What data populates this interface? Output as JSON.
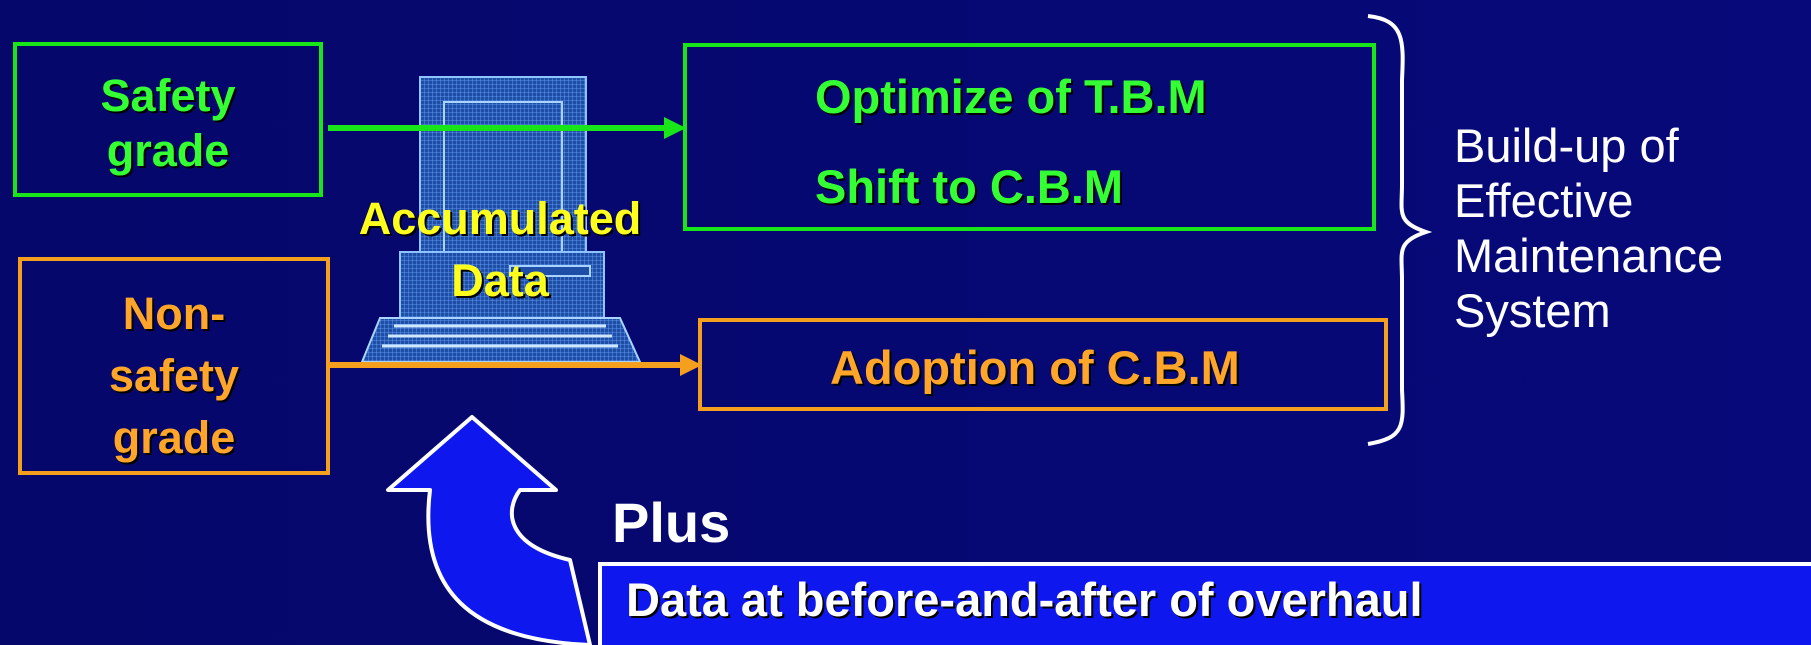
{
  "inputs": {
    "safety": "Safety grade",
    "safety_line1": "Safety",
    "safety_line2": "grade",
    "nonsafety_line1": "Non-",
    "nonsafety_line2": "safety",
    "nonsafety_line3": "grade"
  },
  "center": {
    "line1": "Accumulated",
    "line2": "Data",
    "icon": "computer-terminal-icon"
  },
  "outcomes": {
    "optimize": "Optimize of T.B.M",
    "shift": "Shift to C.B.M",
    "adoption": "Adoption of C.B.M"
  },
  "result": {
    "line1": "Build-up of",
    "line2": "Effective",
    "line3": "Maintenance",
    "line4": "System"
  },
  "feedback": {
    "plus": "Plus",
    "data": "Data at  before-and-after of overhaul",
    "icon": "curved-up-arrow-icon"
  },
  "colors": {
    "background": "#06086e",
    "green": "#19e619",
    "orange": "#f4a01e",
    "yellow": "#ffff1e",
    "blue_box": "#0d17ee"
  }
}
